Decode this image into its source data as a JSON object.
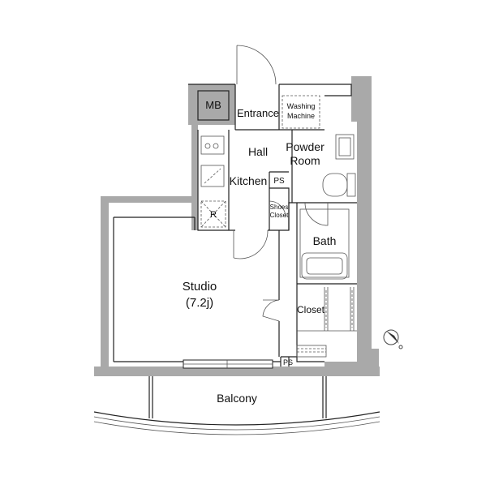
{
  "rooms": {
    "mb": "MB",
    "entrance": "Entrance",
    "washing_machine_1": "Washing",
    "washing_machine_2": "Machine",
    "hall": "Hall",
    "powder_room_1": "Powder",
    "powder_room_2": "Room",
    "kitchen": "Kitchen",
    "ps_upper": "PS",
    "shoes_closet_1": "Shoes",
    "shoes_closet_2": "Closet",
    "refrigerator": "R",
    "bath": "Bath",
    "studio": "Studio",
    "studio_size": "(7.2j)",
    "closet": "Closet",
    "ps_lower": "PS",
    "balcony": "Balcony"
  },
  "colors": {
    "wall": "#a9a9a9",
    "line": "#222222"
  }
}
